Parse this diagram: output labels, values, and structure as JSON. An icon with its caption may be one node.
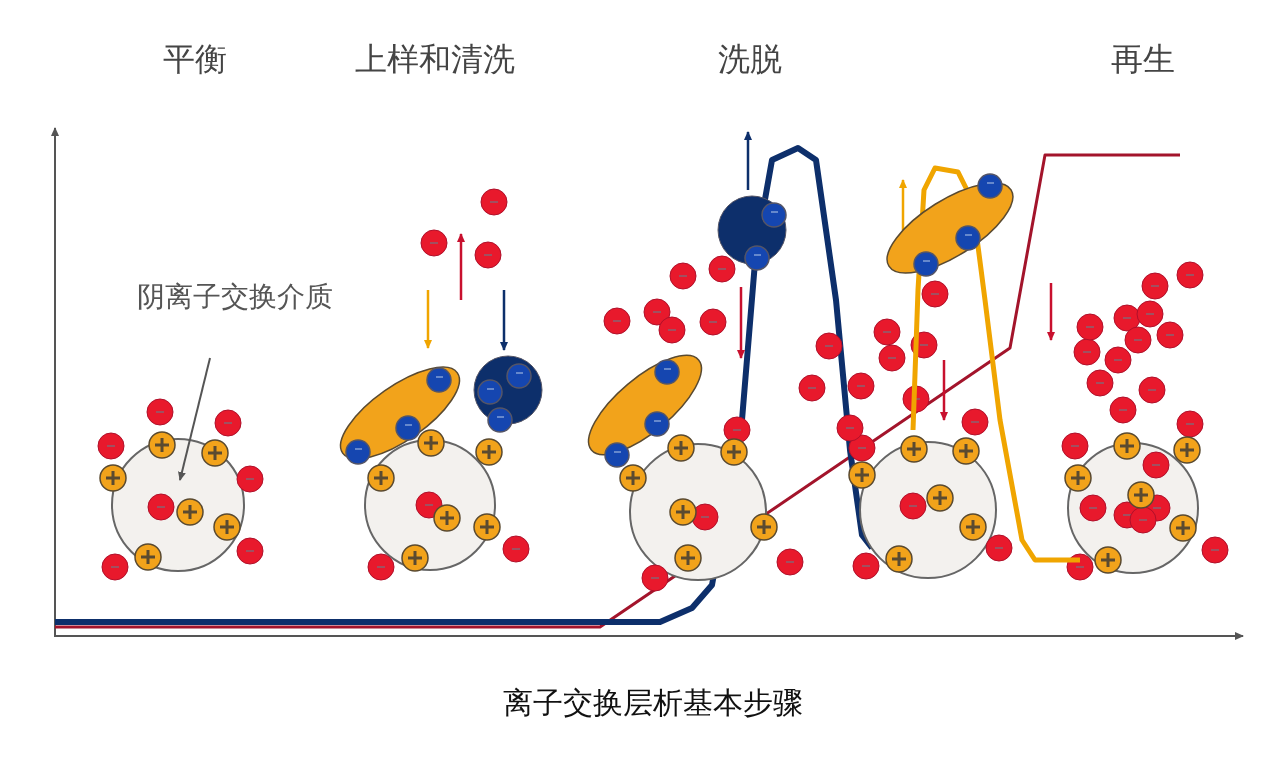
{
  "diagram": {
    "caption": "离子交换层析基本步骤",
    "nodes": [
      {
        "text": [
          "阴离子交换介质"
        ]
      },
      {
        "text": [],
        "shape": "circle"
      }
    ],
    "edges": [
      {
        "from": 0,
        "to": 1,
        "arrow": "to"
      }
    ],
    "labels": [
      "平衡",
      "上样和清洗",
      "洗脱",
      "再生"
    ]
  }
}
